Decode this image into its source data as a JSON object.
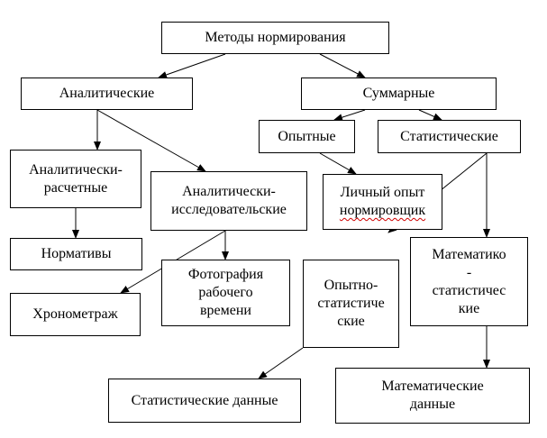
{
  "nodes": {
    "root": "Методы нормирования",
    "analytic": "Аналитические",
    "summary": "Суммарные",
    "empirical": "Опытные",
    "statistical": "Статистические",
    "analytic_calc": "Аналитически-\nрасчетные",
    "analytic_research": "Аналитически-\nисследовательские",
    "personal_experience_line1": "Личный опыт",
    "personal_experience_line2": "нормировщик",
    "norms": "Нормативы",
    "timing": "Хронометраж",
    "workday_photo": "Фотография\nрабочего\nвремени",
    "empirical_statistical": "Опытно-\nстатистиче\nские",
    "math_statistical": "Математико\n-\nстатистичес\nкие",
    "statistical_data": "Статистические данные",
    "math_data": "Математические\nданные"
  }
}
